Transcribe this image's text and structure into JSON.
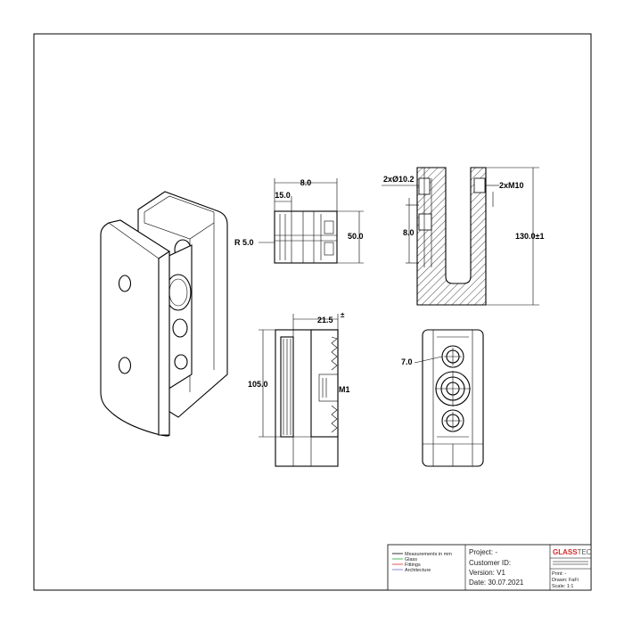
{
  "dimensions": {
    "front_width": "8.0",
    "front_inner": "15.0",
    "front_radius": "R 5.0",
    "front_height": "50.0",
    "section_hole": "2xØ10.2",
    "section_thread": "2xM10",
    "section_depth": "8.0",
    "section_height": "130.0±1",
    "side_width": "21.5",
    "side_width_tol": "±",
    "side_height": "105.0",
    "side_thread": "M1",
    "back_offset": "7.0"
  },
  "legend": {
    "items": [
      {
        "label": "Measurements in mm",
        "color": "#000000"
      },
      {
        "label": "Glass",
        "color": "#1fa83a"
      },
      {
        "label": "Fittings",
        "color": "#d42a2a"
      },
      {
        "label": "Architecture",
        "color": "#6b6bd9"
      }
    ]
  },
  "project": {
    "project": "Project: -",
    "customer": "Customer ID:",
    "version": "Version: V1",
    "date": "Date: 30.07.2021"
  },
  "brand": {
    "name_part1": "GLASS",
    "name_part2": "TEC",
    "color": "#d42a2a",
    "print": "Print: -",
    "drawn": "Drawn: FaFi",
    "scale": "Scale: 1:1"
  }
}
